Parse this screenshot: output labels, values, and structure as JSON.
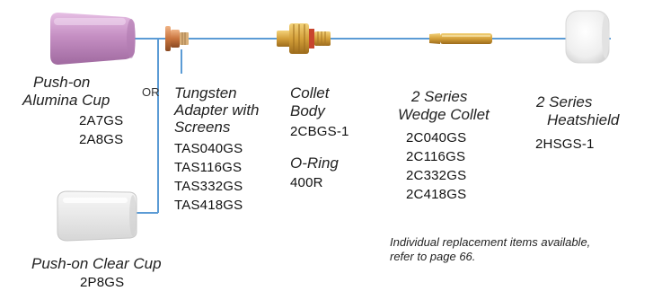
{
  "parts": {
    "alumina_cup": {
      "name_line1": "Push-on",
      "name_line2": "Alumina Cup",
      "numbers": [
        "2A7GS",
        "2A8GS"
      ]
    },
    "or_label": "OR",
    "clear_cup": {
      "name": "Push-on Clear Cup",
      "number": "2P8GS"
    },
    "tungsten_adapter": {
      "name_line1": "Tungsten",
      "name_line2": "Adapter with",
      "name_line3": "Screens",
      "numbers": [
        "TAS040GS",
        "TAS116GS",
        "TAS332GS",
        "TAS418GS"
      ]
    },
    "collet_body": {
      "name_line1": "Collet",
      "name_line2": "Body",
      "number": "2CBGS-1"
    },
    "o_ring": {
      "name": "O-Ring",
      "number": "400R"
    },
    "wedge_collet": {
      "name_line1": "2 Series",
      "name_line2": "Wedge Collet",
      "numbers": [
        "2C040GS",
        "2C116GS",
        "2C332GS",
        "2C418GS"
      ]
    },
    "heatshield": {
      "name_line1": "2 Series",
      "name_line2": "Heatshield",
      "number": "2HSGS-1"
    }
  },
  "note": {
    "line1": "Individual replacement items available,",
    "line2": "refer to page 66."
  },
  "colors": {
    "connector": "#5b9bd5",
    "alumina": "#c58fc3",
    "brass": "#d4a03a",
    "copper": "#c9743e",
    "heatshield": "#eeeeee"
  }
}
